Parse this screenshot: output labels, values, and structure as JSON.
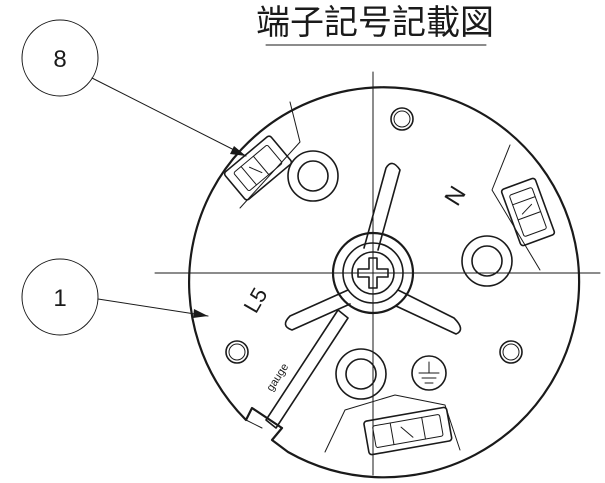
{
  "drawing": {
    "title": "端子記号記載図",
    "callouts": [
      {
        "number": "8"
      },
      {
        "number": "1"
      }
    ],
    "terminal_labels": {
      "neutral": "N",
      "line": "L5"
    },
    "slot_label": "gauge",
    "ground_symbol": "protective-earth"
  }
}
